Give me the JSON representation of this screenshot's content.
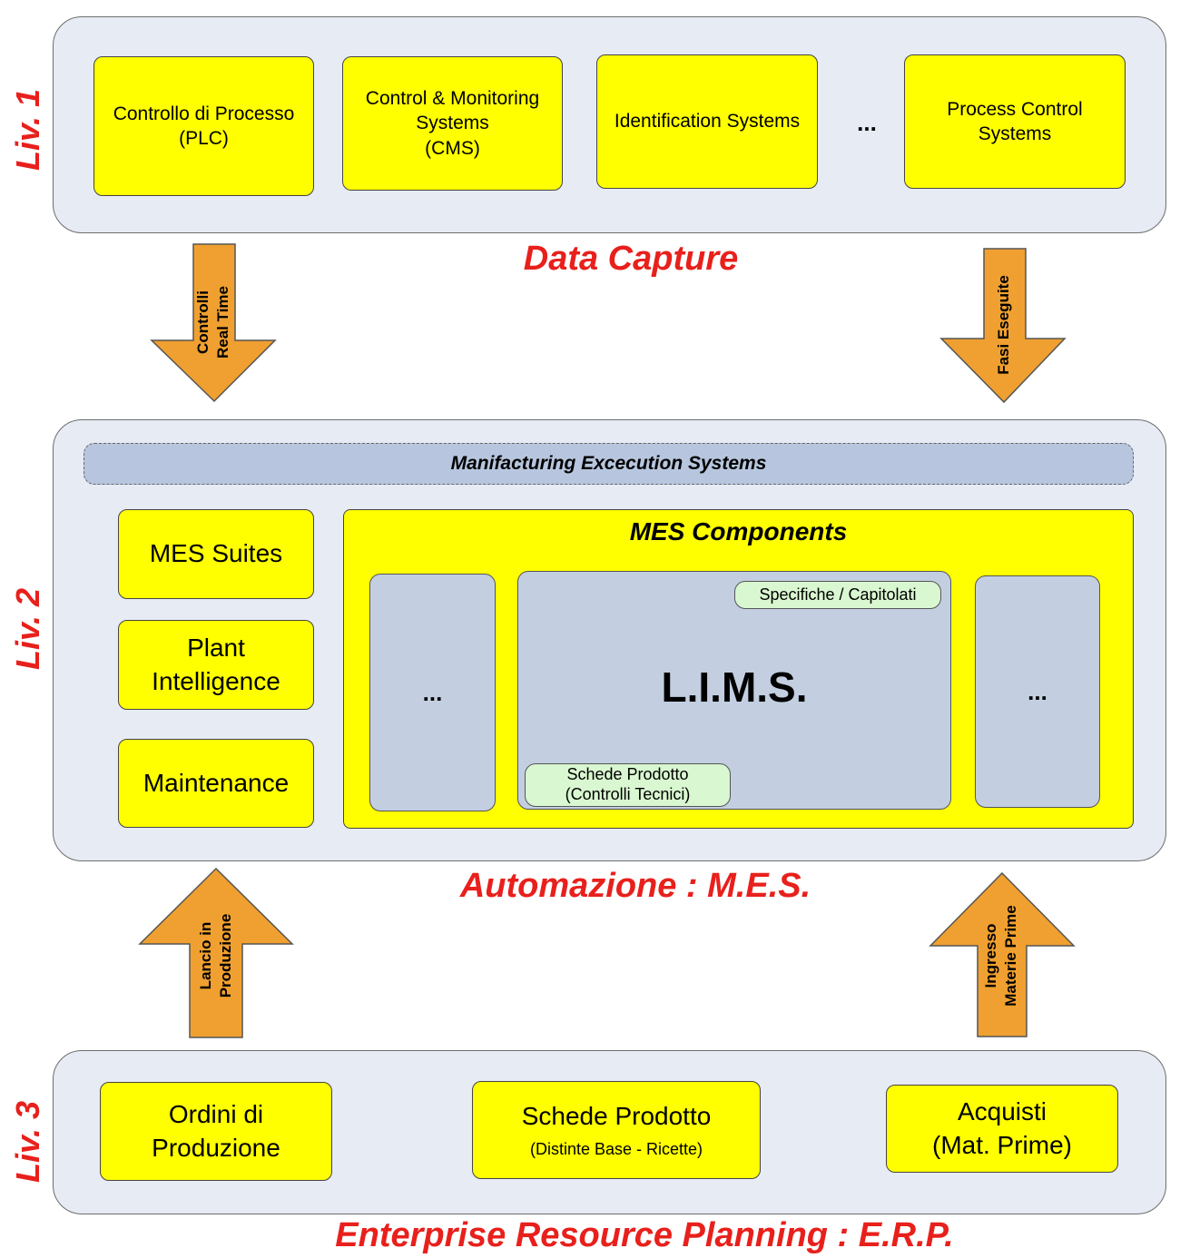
{
  "levels": {
    "liv1": "Liv. 1",
    "liv2": "Liv. 2",
    "liv3": "Liv. 3"
  },
  "level1": {
    "title": "Data Capture",
    "boxes": [
      {
        "line1": "Controllo di Processo",
        "line2": "(PLC)",
        "line3": ""
      },
      {
        "line1": "Control & Monitoring",
        "line2": "Systems",
        "line3": "(CMS)"
      },
      {
        "line1": "Identification Systems",
        "line2": "",
        "line3": ""
      },
      {
        "line1": "Process Control",
        "line2": "Systems",
        "line3": ""
      }
    ],
    "ellipsis": "..."
  },
  "arrows": {
    "down_left": {
      "line1": "Controlli",
      "line2": "Real Time"
    },
    "down_right": {
      "line1": "Fasi Eseguite",
      "line2": ""
    },
    "up_left": {
      "line1": "Lancio in",
      "line2": "Produzione"
    },
    "up_right": {
      "line1": "Ingresso",
      "line2": "Materie Prime"
    }
  },
  "level2": {
    "title": "Automazione : M.E.S.",
    "banner": "Manifacturing Excecution Systems",
    "left_boxes": [
      {
        "line1": "MES Suites",
        "line2": ""
      },
      {
        "line1": "Plant",
        "line2": "Intelligence"
      },
      {
        "line1": "Maintenance",
        "line2": ""
      }
    ],
    "components": {
      "title": "MES Components",
      "left_ellipsis": "...",
      "right_ellipsis": "...",
      "lims": "L.I.M.S.",
      "tag_top": "Specifiche / Capitolati",
      "tag_bottom_line1": "Schede Prodotto",
      "tag_bottom_line2": "(Controlli Tecnici)"
    }
  },
  "level3": {
    "title": "Enterprise Resource Planning : E.R.P.",
    "boxes": [
      {
        "line1": "Ordini di",
        "line2": "Produzione"
      },
      {
        "line1": "Schede Prodotto",
        "line2": "(Distinte Base - Ricette)"
      },
      {
        "line1": "Acquisti",
        "line2": "(Mat. Prime)"
      }
    ]
  },
  "colors": {
    "panel": "#e6ebf4",
    "box": "#ffff00",
    "arrow": "#f0a030",
    "title": "#e8201c",
    "inner": "#c3cfe1",
    "tag": "#d9f7d0"
  }
}
